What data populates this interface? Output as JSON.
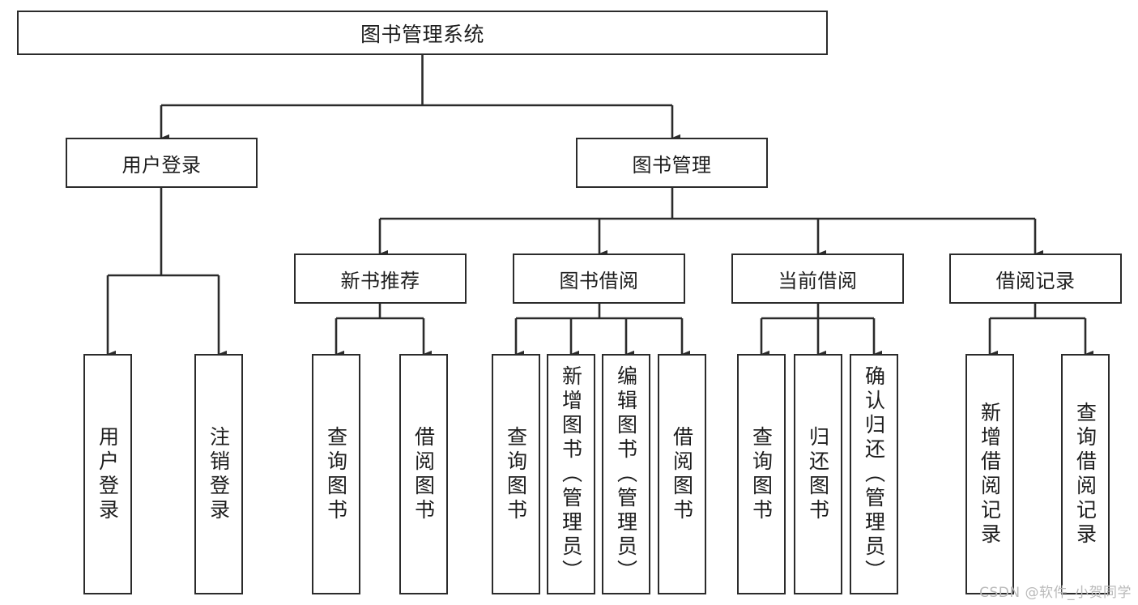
{
  "diagram": {
    "title": "图书管理系统",
    "type": "tree-hierarchy",
    "watermark": "CSDN @软件_小贺同学",
    "colors": {
      "background": "#ffffff",
      "box_border": "#2b2b2b",
      "box_fill": "#ffffff",
      "connector": "#2b2b2b",
      "text": "#1d1d1d",
      "watermark": "#b9b9b9"
    },
    "nodes": {
      "root": {
        "label": "图书管理系统"
      },
      "level2": [
        {
          "id": "user-login",
          "label": "用户登录"
        },
        {
          "id": "book-manage",
          "label": "图书管理"
        }
      ],
      "level3": [
        {
          "id": "new-book-recommend",
          "label": "新书推荐"
        },
        {
          "id": "book-borrow",
          "label": "图书借阅"
        },
        {
          "id": "current-borrow",
          "label": "当前借阅"
        },
        {
          "id": "borrow-record",
          "label": "借阅记录"
        }
      ],
      "leaves": [
        {
          "id": "leaf-user-login",
          "label": "用户登录",
          "group": "user-login"
        },
        {
          "id": "leaf-logout",
          "label": "注销登录",
          "group": "user-login"
        },
        {
          "id": "leaf-query-book-1",
          "label": "查询图书",
          "group": "new-book-recommend"
        },
        {
          "id": "leaf-borrow-book-1",
          "label": "借阅图书",
          "group": "new-book-recommend"
        },
        {
          "id": "leaf-query-book-2",
          "label": "查询图书",
          "group": "book-borrow"
        },
        {
          "id": "leaf-add-book",
          "label": "新增图书（管理员）",
          "group": "book-borrow"
        },
        {
          "id": "leaf-edit-book",
          "label": "编辑图书（管理员）",
          "group": "book-borrow"
        },
        {
          "id": "leaf-borrow-book-2",
          "label": "借阅图书",
          "group": "book-borrow"
        },
        {
          "id": "leaf-query-book-3",
          "label": "查询图书",
          "group": "current-borrow"
        },
        {
          "id": "leaf-return-book",
          "label": "归还图书",
          "group": "current-borrow"
        },
        {
          "id": "leaf-confirm-return",
          "label": "确认归还（管理员）",
          "group": "current-borrow"
        },
        {
          "id": "leaf-add-record",
          "label": "新增借阅记录",
          "group": "borrow-record"
        },
        {
          "id": "leaf-query-record",
          "label": "查询借阅记录",
          "group": "borrow-record"
        }
      ]
    }
  }
}
